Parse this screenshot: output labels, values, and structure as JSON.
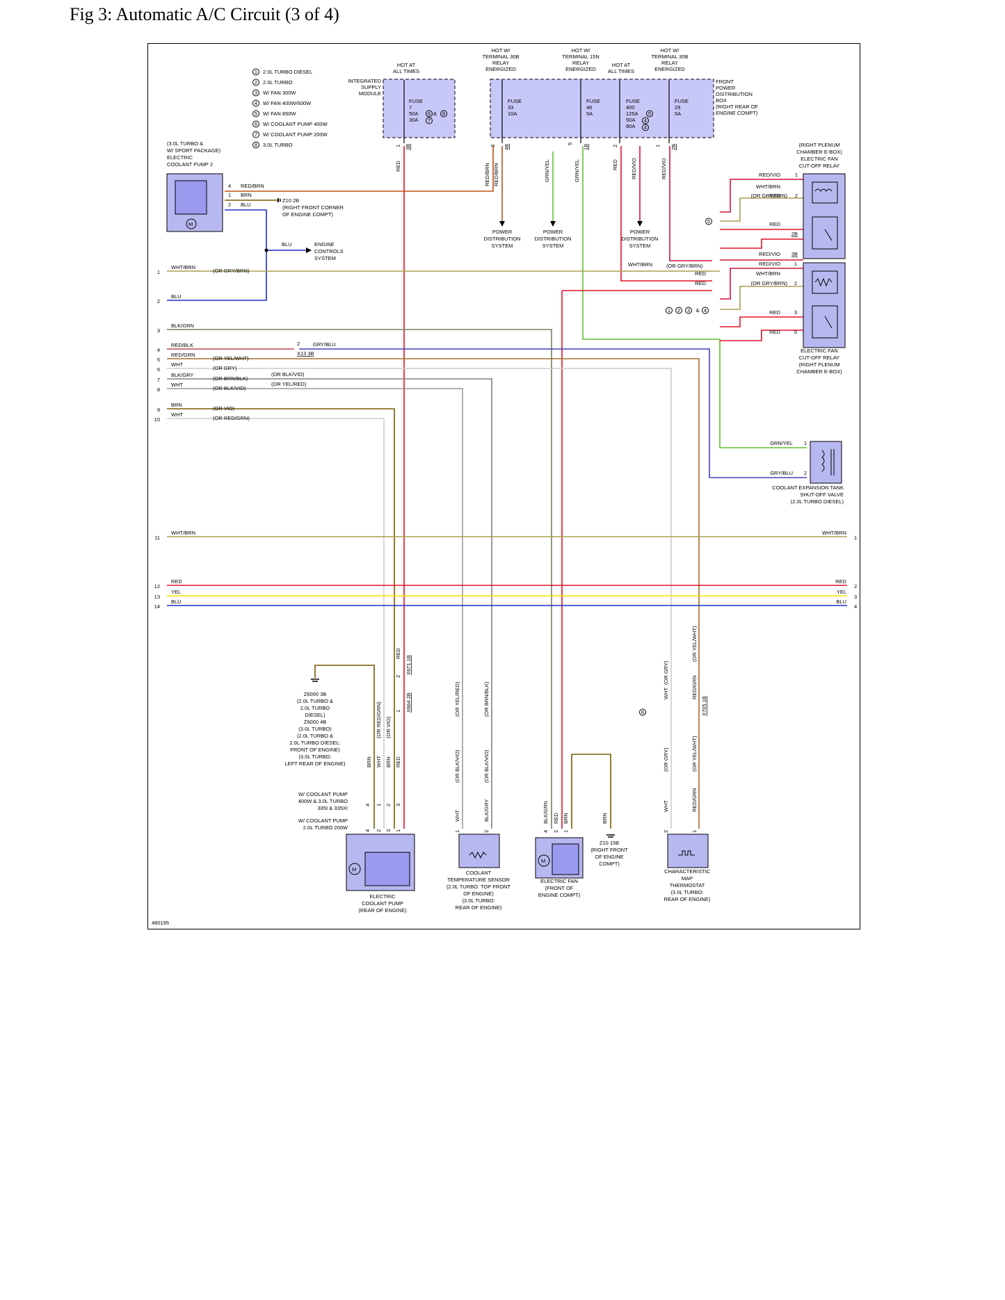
{
  "page_title": "Fig 3: Automatic A/C Circuit (3 of 4)",
  "figure_id": "480195",
  "colors": {
    "red": "#e01028",
    "red_brn": "#c0501a",
    "brn": "#7a5a00",
    "blu": "#1a2fc8",
    "wht_brn": "#a8a050",
    "blk_grn": "#708060",
    "red_vio": "#d0103a",
    "gry_blu": "#4040c0",
    "grn_yel": "#60c030",
    "yel": "#f5e000",
    "wht": "#b8b8b8",
    "blk_gry": "#808080",
    "component": "#b8b8f0",
    "fuse_box": "#c8c8f8"
  },
  "legend": [
    {
      "n": "1",
      "text": "2.0L TURBO DIESEL"
    },
    {
      "n": "2",
      "text": "2.0L TURBO"
    },
    {
      "n": "3",
      "text": "W/ FAN 300W"
    },
    {
      "n": "4",
      "text": "W/ FAN 400W/600W"
    },
    {
      "n": "5",
      "text": "W/ FAN 850W"
    },
    {
      "n": "6",
      "text": "W/ COOLANT PUMP 400W"
    },
    {
      "n": "7",
      "text": "W/ COOLANT PUMP 200W"
    },
    {
      "n": "8",
      "text": "3.0L TURBO"
    }
  ],
  "hot_labels": {
    "ism": [
      "HOT AT",
      "ALL TIMES"
    ],
    "t30b_a": [
      "HOT W/",
      "TERMINAL 30B",
      "RELAY",
      "ENERGIZED"
    ],
    "t15n": [
      "HOT W/",
      "TERMINAL 15N",
      "RELAY",
      "ENERGIZED"
    ],
    "all_times": [
      "HOT AT",
      "ALL TIMES"
    ],
    "t30b_b": [
      "HOT W/",
      "TERMINAL 30B",
      "RELAY",
      "ENERGIZED"
    ]
  },
  "ism_label": [
    "INTEGRATED",
    "SUPPLY",
    "MODULE"
  ],
  "fpdb_label": [
    "FRONT",
    "POWER",
    "DISTRIBUTION",
    "BOX",
    "(RIGHT REAR OF",
    "ENGINE COMPT)"
  ],
  "fuses": {
    "f7": [
      "FUSE",
      "7",
      "50A",
      "30A"
    ],
    "f33": [
      "FUSE",
      "33",
      "10A"
    ],
    "f46": [
      "FUSE",
      "46",
      "5A"
    ],
    "f400": [
      "FUSE",
      "400",
      "125A",
      "50A",
      "80A"
    ],
    "f29": [
      "FUSE",
      "29",
      "5A"
    ]
  },
  "pump2_label": [
    "(3.0L TURBO &",
    "W/ SPORT PACKAGE)",
    "ELECTRIC",
    "COOLANT PUMP 2"
  ],
  "pump2_wires": [
    {
      "pin": "4",
      "color": "RED/BRN"
    },
    {
      "pin": "1",
      "color": "BRN"
    },
    {
      "pin": "2",
      "color": "BLU"
    }
  ],
  "ground_z10_2b": [
    "Z10 2B",
    "(RIGHT FRONT CORNER",
    "OF ENGINE COMPT)"
  ],
  "ecs_label": [
    "ENGINE",
    "CONTROLS",
    "SYSTEM"
  ],
  "blu_label": "BLU",
  "pds_label": [
    "POWER",
    "DISTRIBUTION",
    "SYSTEM"
  ],
  "vertical_wire_labels": {
    "red_ism": "RED",
    "red_brn_a": "RED/BRN",
    "red_brn_b": "RED/BRN",
    "grn_yel_a": "GRN/YEL",
    "grn_yel_b": "GRN/YEL",
    "red_f400": "RED",
    "red_vio_a": "RED/VIO",
    "red_vio_b": "RED/VIO"
  },
  "fuse_pins": {
    "p1": "1",
    "p3b": "3B",
    "p3": "3",
    "p4b": "4B",
    "p5": "5",
    "p1b": "1B",
    "p2": "2",
    "p1c": "1",
    "p2b": "2B"
  },
  "relay1_label": [
    "(RIGHT PLENUM",
    "CHAMBER E-BOX)",
    "ELECTRIC FAN",
    "CUT-OFF RELAY"
  ],
  "relay1_wires": [
    {
      "pin": "1",
      "color": "RED/VIO"
    },
    {
      "pin": "2",
      "color": "WHT/BRN",
      "alt": "(OR GRY/BRN)"
    },
    {
      "pin": "",
      "color": "RED"
    },
    {
      "pin": "2B",
      "color": "RED"
    },
    {
      "pin": "3B",
      "color": "RED/VIO"
    }
  ],
  "relay2_label": [
    "ELECTRIC FAN",
    "CUT-OFF RELAY",
    "(RIGHT PLENUM",
    "CHAMBER E-BOX)"
  ],
  "relay2_wires": [
    {
      "pin": "1",
      "color": "RED/VIO"
    },
    {
      "pin": "2",
      "color": "WHT/BRN",
      "alt": "(OR GRY/BRN)"
    },
    {
      "pin": "3",
      "color": "RED"
    },
    {
      "pin": "5",
      "color": "RED"
    }
  ],
  "relay_callouts": {
    "c5": "5",
    "c1234": [
      "1",
      "2",
      "3",
      "&",
      "4"
    ]
  },
  "mid_labels": {
    "wht_brn": "WHT/BRN",
    "or_gry_brn": "(OR GRY/BRN)",
    "red1": "RED",
    "red2": "RED"
  },
  "left_rows": [
    {
      "row": "1",
      "color": "WHT/BRN",
      "alt": "(OR GRY/BRN)"
    },
    {
      "row": "2",
      "color": "BLU",
      "alt": ""
    },
    {
      "row": "3",
      "color": "BLK/GRN",
      "alt": ""
    },
    {
      "row": "4",
      "color": "RED/BLK",
      "alt": ""
    },
    {
      "row": "5",
      "color": "RED/GRN",
      "alt": "(OR YEL/WHT)"
    },
    {
      "row": "6",
      "color": "WHT",
      "alt": "(OR GRY)"
    },
    {
      "row": "7",
      "color": "BLK/GRY",
      "alt": "(OR BRN/BLK)"
    },
    {
      "row": "8",
      "color": "WHT",
      "alt": "(OR BLK/VIO)"
    },
    {
      "row": "9",
      "color": "BRN",
      "alt": "(OR VIO)"
    },
    {
      "row": "10",
      "color": "WHT",
      "alt": "(OR RED/GRN)"
    },
    {
      "row": "11",
      "color": "WHT/BRN",
      "alt": ""
    },
    {
      "row": "12",
      "color": "RED",
      "alt": ""
    },
    {
      "row": "13",
      "color": "YEL",
      "alt": ""
    },
    {
      "row": "14",
      "color": "BLU",
      "alt": ""
    }
  ],
  "extra_left_labels": {
    "or_blk_vio": "(OR BLK/VIO)",
    "or_yel_red": "(OR YEL/RED)",
    "gry_blu": "GRY/BLU",
    "pin2": "2",
    "x13": "X13 3B"
  },
  "right_rows": [
    {
      "row": "1",
      "color": "WHT/BRN"
    },
    {
      "row": "2",
      "color": "RED"
    },
    {
      "row": "3",
      "color": "YEL"
    },
    {
      "row": "4",
      "color": "BLU"
    }
  ],
  "valve_label": [
    "COOLANT EXPANSION TANK",
    "SHUT-OFF VALVE",
    "(2.0L TURBO DIESEL)"
  ],
  "valve_wires": [
    {
      "pin": "1",
      "color": "GRN/YEL"
    },
    {
      "pin": "2",
      "color": "GRY/BLU"
    }
  ],
  "ground_z6000": [
    "Z6000 3B",
    "(2.0L TURBO &",
    "2.0L TURBO",
    "DIESEL)",
    "Z6000 4B",
    "(3.0L TURBO)",
    "(2.0L TURBO &",
    "2.0L TURBO DIESEL:",
    "FRONT OF ENGINE)",
    "(3.0L TURBO:",
    "LEFT REAR OF ENGINE)"
  ],
  "pump_vertical_labels": {
    "x671": "X671 1B",
    "x664": "X664 2B",
    "red": "RED",
    "p2": "2",
    "p1": "1",
    "or_red_grn": "(OR RED/GRN)",
    "or_vio": "(OR VIO)",
    "brn": "BRN",
    "wht": "WHT",
    "brn2": "BRN",
    "red2": "RED"
  },
  "pump_notes": {
    "n400": [
      "W/ COOLANT PUMP",
      "400W & 3.0L TURBO",
      "335I & 335XI"
    ],
    "n200": [
      "W/ COOLANT PUMP",
      "2.0L TURBO 200W"
    ],
    "pins_top": [
      "4",
      "1",
      "2",
      "3"
    ],
    "pins_bottom": [
      "4",
      "2",
      "3",
      "1"
    ]
  },
  "pump_label": [
    "ELECTRIC",
    "COOLANT PUMP",
    "(REAR OF ENGINE)"
  ],
  "sensor_vertical_labels": {
    "or_yel_red": "(OR YEL/RED)",
    "or_brn_blk": "(OR BRN/BLK)",
    "or_blk_vio_a": "(OR BLK/VIO)",
    "or_blk_vio_b": "(OR BLK/VIO)",
    "wht": "WHT",
    "blk_gry": "BLK/GRY",
    "p1": "1",
    "p2": "2"
  },
  "sensor_label": [
    "COOLANT",
    "TEMPERATURE SENSOR",
    "(2.0L TURBO: TOP FRONT",
    "OF ENGINE)",
    "(3.0L TURBO:",
    "REAR OF ENGINE)"
  ],
  "fan_vertical_labels": {
    "blk_grn": "BLK/GRN",
    "red": "RED",
    "brn": "BRN",
    "brn2": "BRN",
    "p4": "4",
    "p2": "2",
    "p1": "1"
  },
  "ground_z10_15b": [
    "Z10 15B",
    "(RIGHT FRONT",
    "OF ENGINE",
    "COMPT)"
  ],
  "fan_label": [
    "ELECTRIC FAN",
    "(FRONT OF",
    "ENGINE COMPT)"
  ],
  "thermo_vertical_labels": {
    "wht": "WHT",
    "or_gry": "(OR GRY)",
    "red_grn": "RED/GRN",
    "or_yel_wht": "(OR YEL/WHT)",
    "x705": "X705 1B",
    "wht2": "WHT",
    "or_gry2": "(OR GRY)",
    "red_grn2": "RED/GRN",
    "or_yel_wht2": "(OR YEL/WHT)",
    "p2": "2",
    "p1": "1",
    "c8": "8"
  },
  "thermo_label": [
    "CHARACTERISTIC",
    "MAP",
    "THERMOSTAT",
    "(3.0L TURBO:",
    "REAR OF ENGINE)"
  ],
  "circled_ism": {
    "a": "6",
    "amp": "&",
    "b": "8",
    "c": "7"
  },
  "circled_f400": {
    "a": "5",
    "b": "4",
    "c": "4"
  }
}
